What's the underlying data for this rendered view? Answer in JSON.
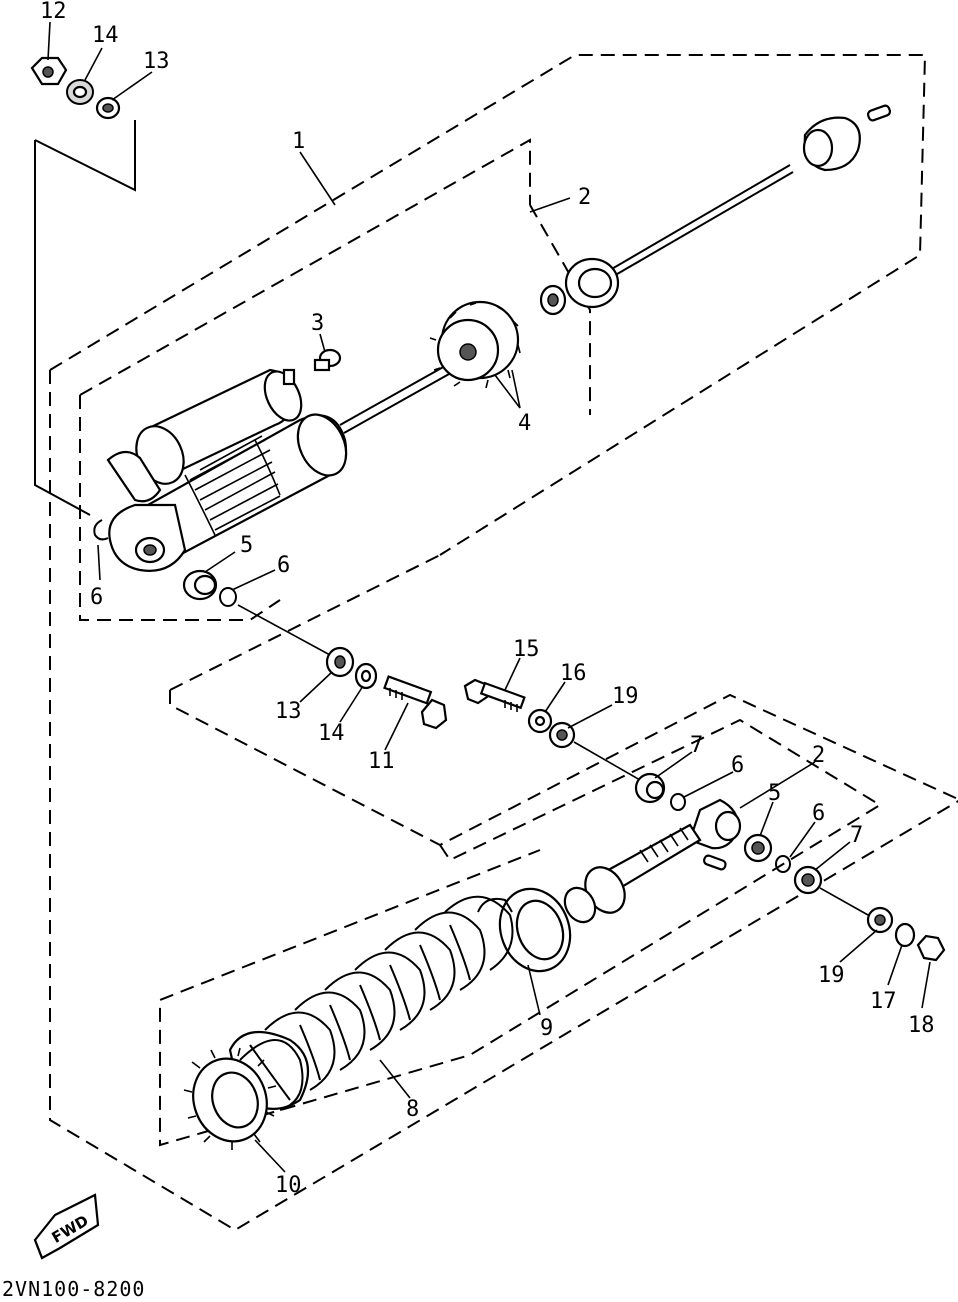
{
  "diagram": {
    "drawing_code": "2VN100-8200",
    "fwd_label": "FWD",
    "callouts": [
      {
        "id": "c12a",
        "text": "12"
      },
      {
        "id": "c14a",
        "text": "14"
      },
      {
        "id": "c13a",
        "text": "13"
      },
      {
        "id": "c1",
        "text": "1"
      },
      {
        "id": "c2a",
        "text": "2"
      },
      {
        "id": "c3",
        "text": "3"
      },
      {
        "id": "c4",
        "text": "4"
      },
      {
        "id": "c5a",
        "text": "5"
      },
      {
        "id": "c6a",
        "text": "6"
      },
      {
        "id": "c6b",
        "text": "6"
      },
      {
        "id": "c15",
        "text": "15"
      },
      {
        "id": "c16",
        "text": "16"
      },
      {
        "id": "c19a",
        "text": "19"
      },
      {
        "id": "c13b",
        "text": "13"
      },
      {
        "id": "c14b",
        "text": "14"
      },
      {
        "id": "c11",
        "text": "11"
      },
      {
        "id": "c7a",
        "text": "7"
      },
      {
        "id": "c6c",
        "text": "6"
      },
      {
        "id": "c2b",
        "text": "2"
      },
      {
        "id": "c5b",
        "text": "5"
      },
      {
        "id": "c6d",
        "text": "6"
      },
      {
        "id": "c7b",
        "text": "7"
      },
      {
        "id": "c9",
        "text": "9"
      },
      {
        "id": "c19b",
        "text": "19"
      },
      {
        "id": "c17",
        "text": "17"
      },
      {
        "id": "c18",
        "text": "18"
      },
      {
        "id": "c8",
        "text": "8"
      },
      {
        "id": "c10",
        "text": "10"
      }
    ]
  }
}
